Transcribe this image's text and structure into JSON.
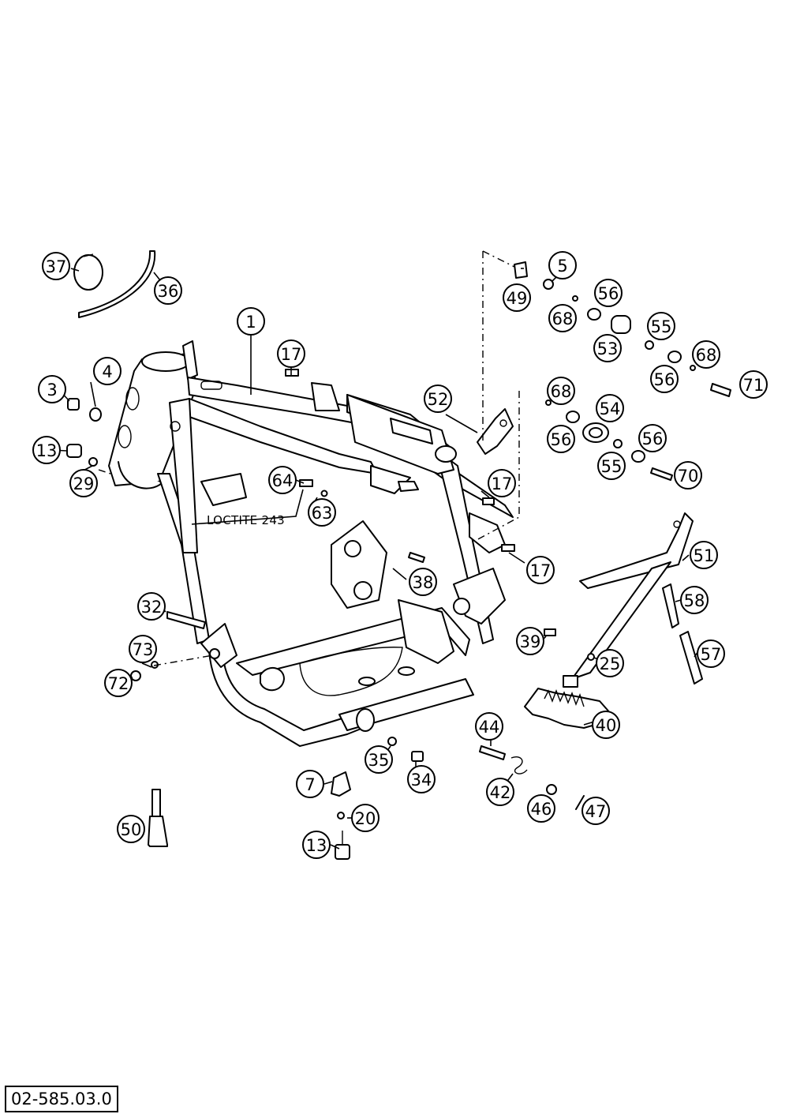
{
  "diagram": {
    "document_number": "02-585.03.0",
    "note": "LOCTITE 243",
    "callouts": [
      {
        "id": "c1",
        "label": "1"
      },
      {
        "id": "c3",
        "label": "3"
      },
      {
        "id": "c4",
        "label": "4"
      },
      {
        "id": "c5",
        "label": "5"
      },
      {
        "id": "c7",
        "label": "7"
      },
      {
        "id": "c13a",
        "label": "13"
      },
      {
        "id": "c13b",
        "label": "13"
      },
      {
        "id": "c17a",
        "label": "17"
      },
      {
        "id": "c17b",
        "label": "17"
      },
      {
        "id": "c17c",
        "label": "17"
      },
      {
        "id": "c20",
        "label": "20"
      },
      {
        "id": "c25",
        "label": "25"
      },
      {
        "id": "c29",
        "label": "29"
      },
      {
        "id": "c32",
        "label": "32"
      },
      {
        "id": "c34",
        "label": "34"
      },
      {
        "id": "c35",
        "label": "35"
      },
      {
        "id": "c36",
        "label": "36"
      },
      {
        "id": "c37",
        "label": "37"
      },
      {
        "id": "c38",
        "label": "38"
      },
      {
        "id": "c39",
        "label": "39"
      },
      {
        "id": "c40",
        "label": "40"
      },
      {
        "id": "c42",
        "label": "42"
      },
      {
        "id": "c44",
        "label": "44"
      },
      {
        "id": "c46",
        "label": "46"
      },
      {
        "id": "c47",
        "label": "47"
      },
      {
        "id": "c49",
        "label": "49"
      },
      {
        "id": "c50",
        "label": "50"
      },
      {
        "id": "c51",
        "label": "51"
      },
      {
        "id": "c52",
        "label": "52"
      },
      {
        "id": "c53",
        "label": "53"
      },
      {
        "id": "c54",
        "label": "54"
      },
      {
        "id": "c55a",
        "label": "55"
      },
      {
        "id": "c55b",
        "label": "55"
      },
      {
        "id": "c56a",
        "label": "56"
      },
      {
        "id": "c56b",
        "label": "56"
      },
      {
        "id": "c56c",
        "label": "56"
      },
      {
        "id": "c56d",
        "label": "56"
      },
      {
        "id": "c57",
        "label": "57"
      },
      {
        "id": "c58",
        "label": "58"
      },
      {
        "id": "c63",
        "label": "63"
      },
      {
        "id": "c64",
        "label": "64"
      },
      {
        "id": "c68a",
        "label": "68"
      },
      {
        "id": "c68b",
        "label": "68"
      },
      {
        "id": "c68c",
        "label": "68"
      },
      {
        "id": "c70",
        "label": "70"
      },
      {
        "id": "c71",
        "label": "71"
      },
      {
        "id": "c72",
        "label": "72"
      },
      {
        "id": "c73",
        "label": "73"
      }
    ]
  }
}
